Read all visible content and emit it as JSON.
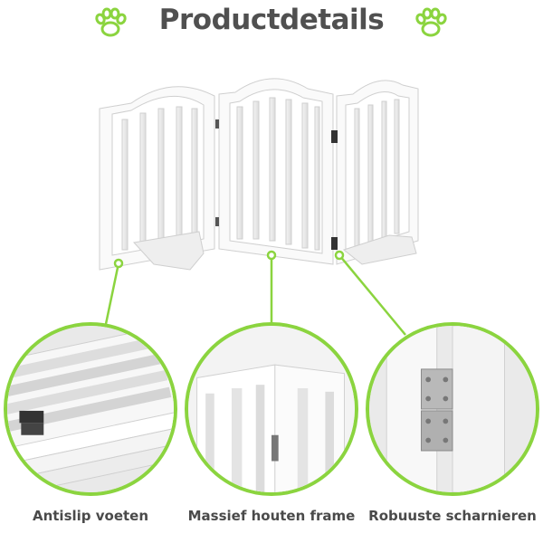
{
  "header": {
    "title": "Productdetails",
    "left_icon": "paw-icon",
    "right_icon": "paw-icon"
  },
  "colors": {
    "accent": "#8bd43f",
    "title_text": "#505050",
    "caption_text": "#4a4a4a"
  },
  "details": [
    {
      "icon": "gate-feet-detail-image",
      "label": "Antislip voeten"
    },
    {
      "icon": "wooden-frame-detail-image",
      "label": "Massief houten frame"
    },
    {
      "icon": "hinge-detail-image",
      "label": "Robuuste scharnieren"
    }
  ]
}
